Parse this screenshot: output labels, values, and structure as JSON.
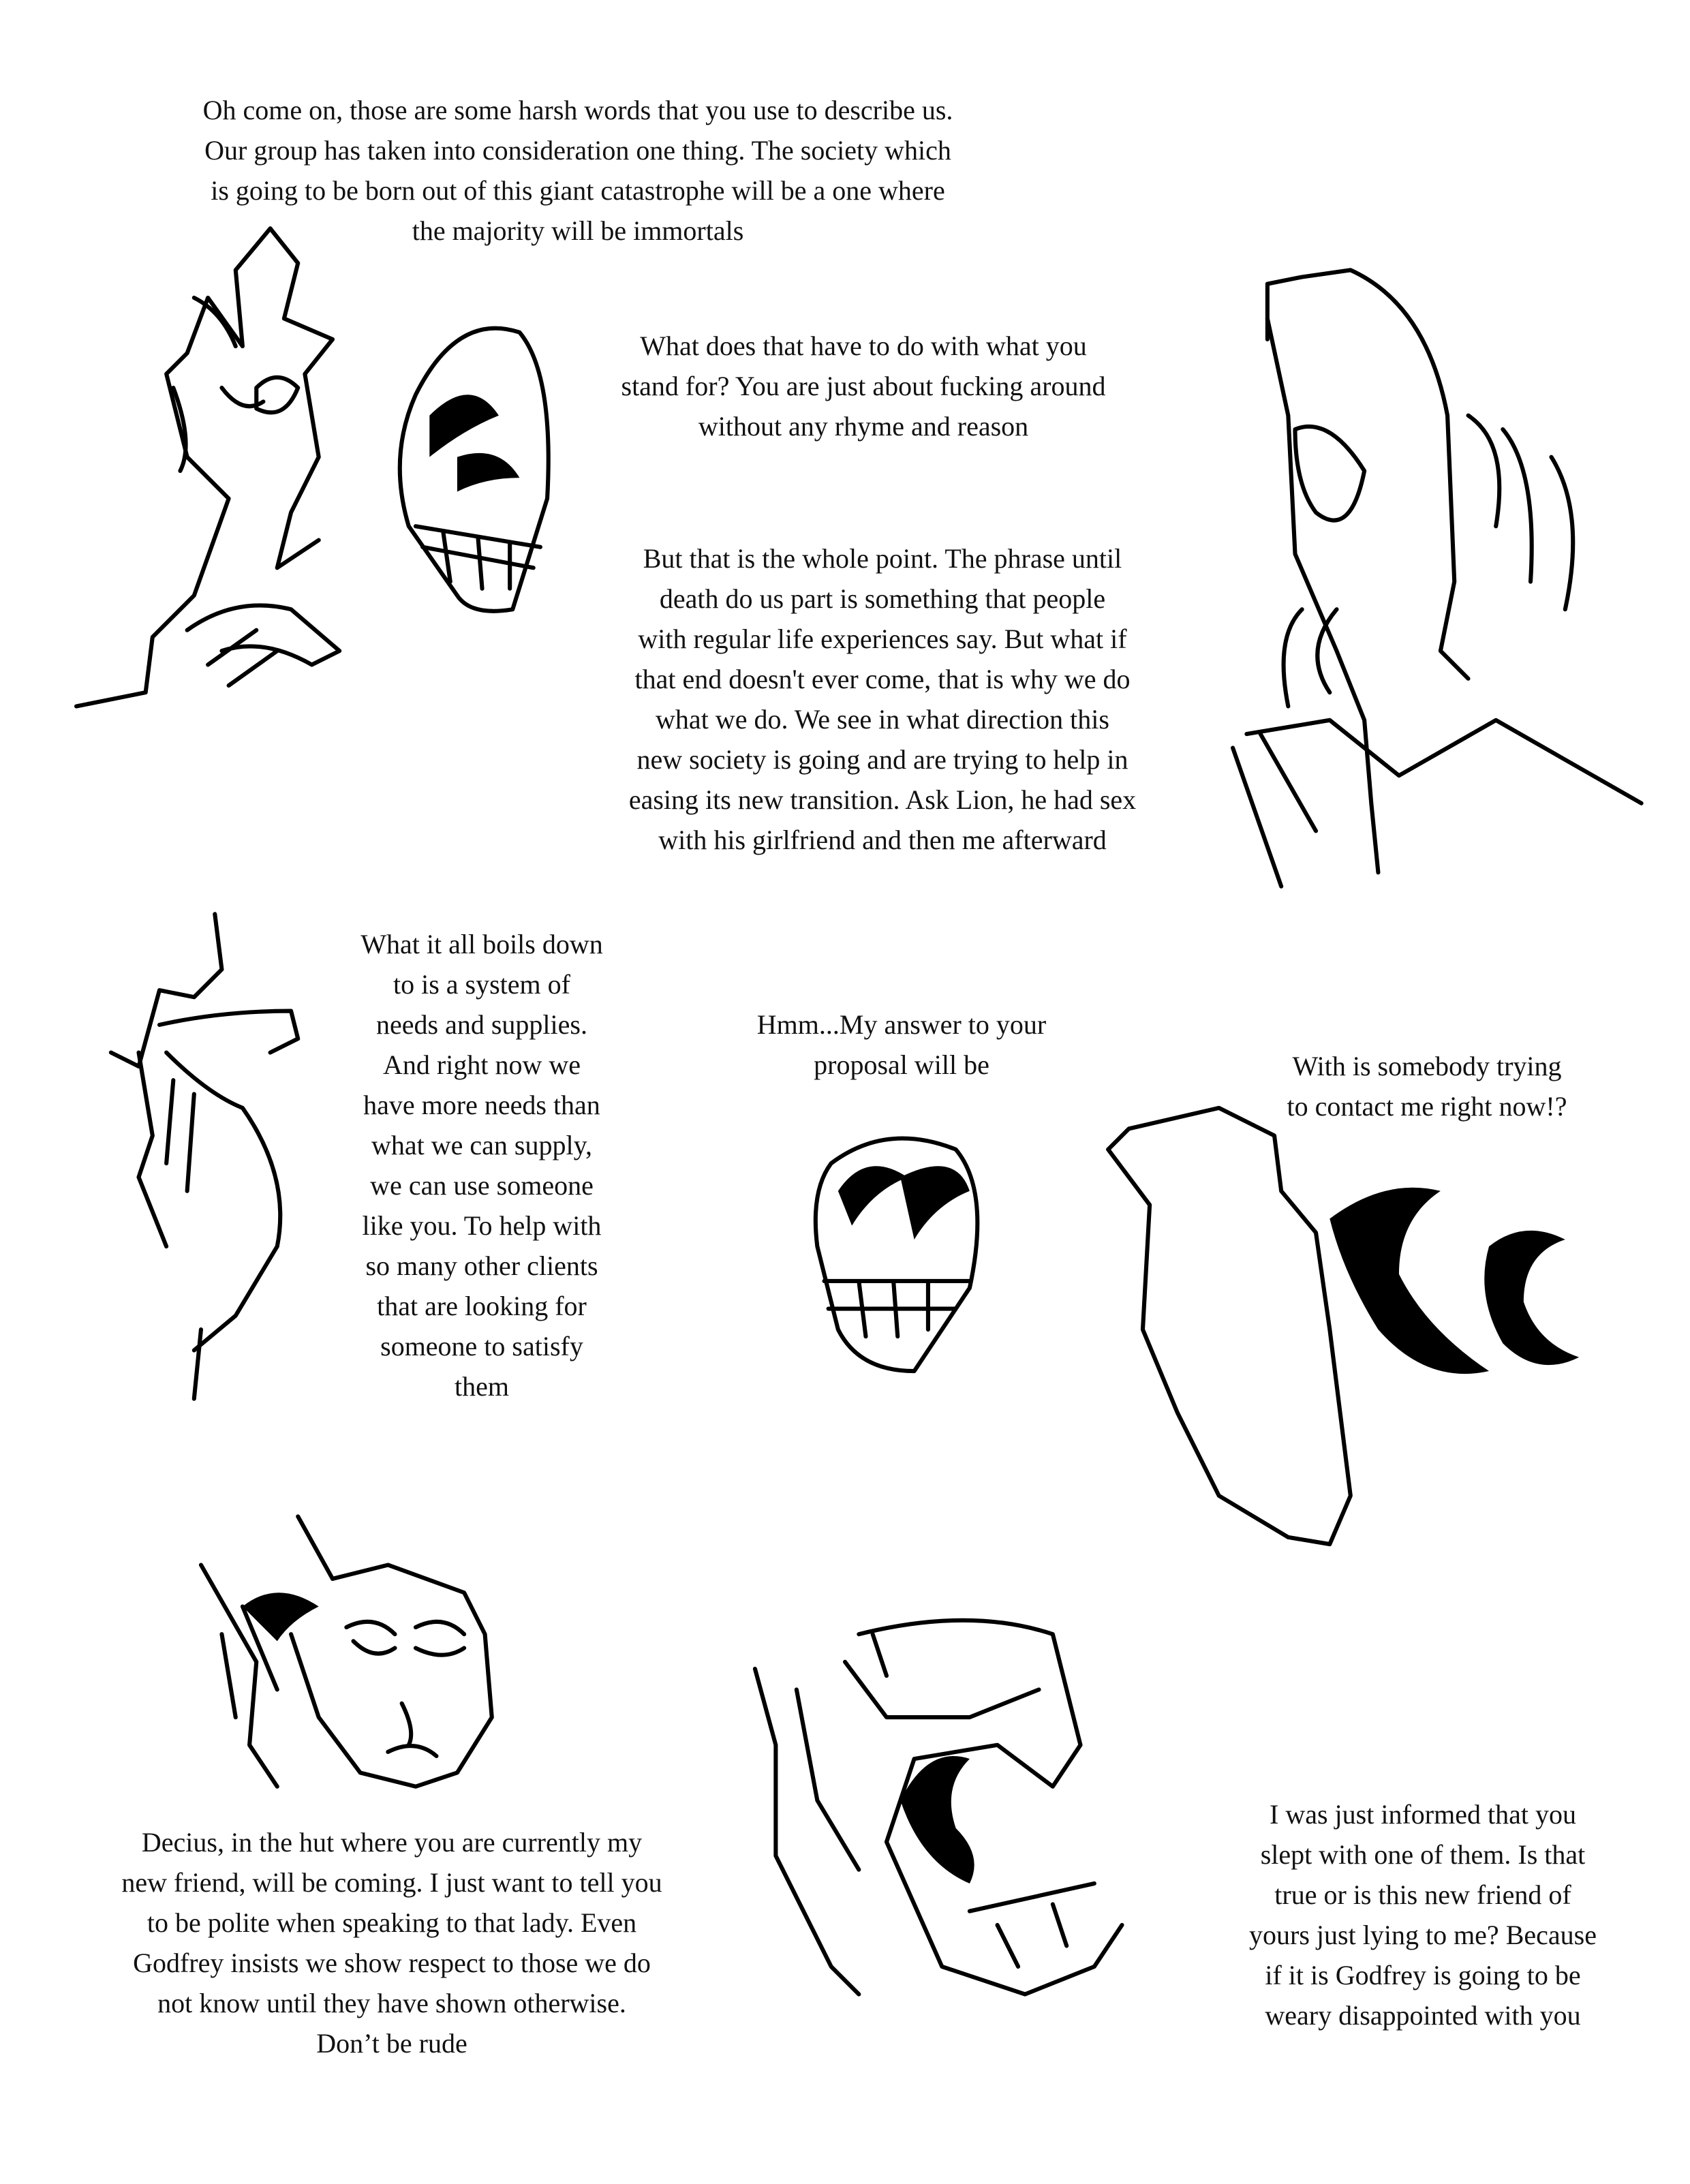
{
  "panels": [
    {
      "text": "Oh come on, those are some harsh words that you use to describe us.\nOur group has taken into consideration one thing. The society which\nis going to be born out of this giant catastrophe will be a one where\nthe majority will be immortals"
    },
    {
      "text": "What does that have to do with what you\nstand for? You are just about fucking around\nwithout any rhyme and reason"
    },
    {
      "text": "But that is the whole point. The phrase until\ndeath do us part is something that people\nwith regular life experiences say. But what if\nthat end doesn't ever come, that is why we do\nwhat we do. We see in what direction this\nnew society is going and are trying to help in\neasing its new transition. Ask Lion, he had sex\nwith his girlfriend and then me afterward"
    },
    {
      "text": "What it all boils down\nto is a system of\nneeds and supplies.\nAnd right now we\nhave more needs than\nwhat we can supply,\nwe can use someone\nlike you. To help with\nso many other clients\nthat are looking for\nsomeone to satisfy\nthem"
    },
    {
      "text": "Hmm...My answer to your\nproposal will be"
    },
    {
      "text": "With is somebody trying\nto contact me right now!?"
    },
    {
      "text": "Decius, in the hut where you are currently my\nnew friend, will be coming. I just want to tell you\nto be polite when speaking to that lady. Even\nGodfrey insists we show respect to those we do\nnot know until they have shown otherwise.\nDon’t be rude"
    },
    {
      "text": "I was just informed that you\nslept with one of them. Is that\ntrue or is this new friend of\nyours just lying to me? Because\nif it is Godfrey is going to be\nweary disappointed with you"
    }
  ]
}
